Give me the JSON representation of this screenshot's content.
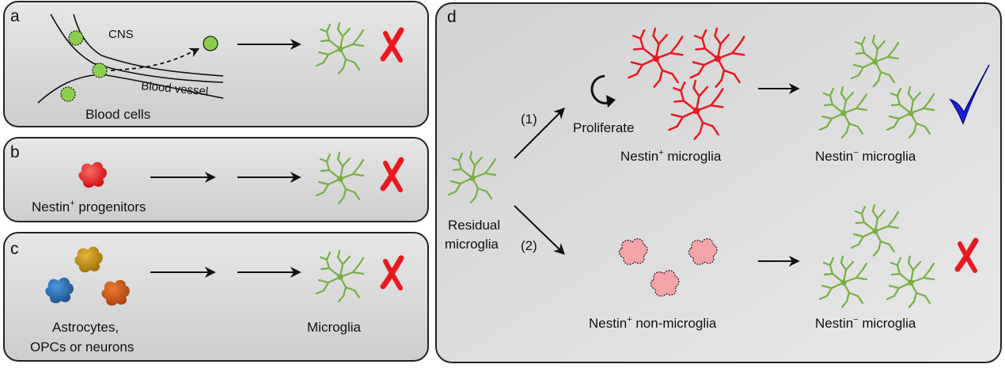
{
  "panels": {
    "a": {
      "letter": "a",
      "cns_label": "CNS",
      "vessel_label": "Blood vessel",
      "cells_label": "Blood cells",
      "result_icon": "red-cross-icon"
    },
    "b": {
      "letter": "b",
      "source_label": "Nestin",
      "source_sup": "+",
      "source_suffix": " progenitors",
      "result_icon": "red-cross-icon"
    },
    "c": {
      "letter": "c",
      "source_line1": "Astrocytes,",
      "source_line2": "OPCs or neurons",
      "target_label": "Microglia",
      "result_icon": "red-cross-icon"
    },
    "d": {
      "letter": "d",
      "origin_line1": "Residual",
      "origin_line2": "microglia",
      "path1_label": "(1)",
      "path2_label": "(2)",
      "proliferate_label": "Proliferate",
      "top_mid_name": "Nestin",
      "top_mid_sup": "+",
      "top_mid_suffix": " microglia",
      "top_right_name": "Nestin",
      "top_right_sup": "−",
      "top_right_suffix": " microglia",
      "bottom_mid_name": "Nestin",
      "bottom_mid_sup": "+",
      "bottom_mid_suffix": " non-microglia",
      "bottom_right_name": "Nestin",
      "bottom_right_sup": "−",
      "bottom_right_suffix": " microglia",
      "top_result_icon": "blue-check-icon",
      "bottom_result_icon": "red-cross-icon"
    }
  },
  "colors": {
    "microglia_green": "#76b043",
    "nestin_red": "#e8191f",
    "check_blue": "#1b22d8",
    "blood_cell_green": "#8ccf4e",
    "non_microglia_pink": "#f4a3a8",
    "astrocyte_gold": "#c8930e",
    "opc_blue": "#2a72b8",
    "neuron_orange": "#d0561a"
  }
}
